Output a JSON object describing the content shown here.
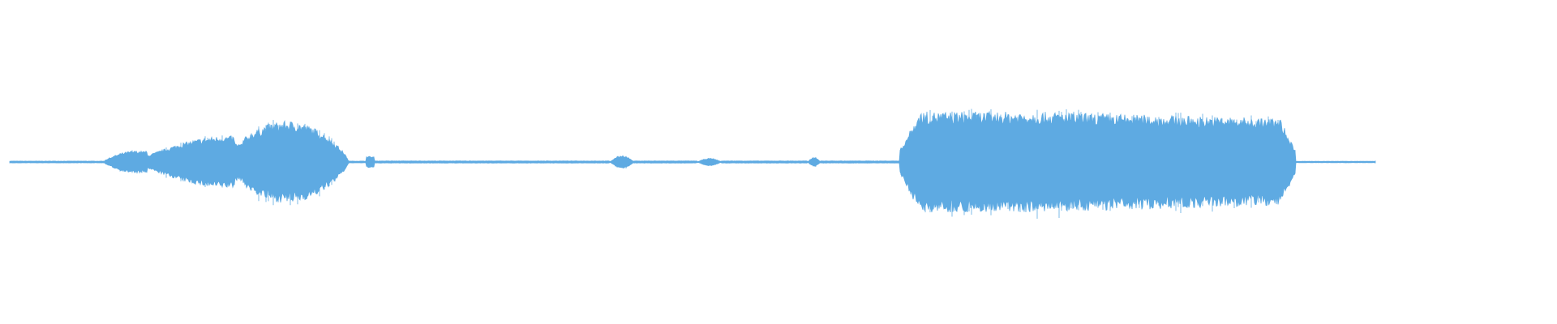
{
  "waveform": {
    "color": "#5eaae2",
    "background": "#ffffff",
    "segments": [
      {
        "name": "silence-lead-in",
        "amp": 0.005
      },
      {
        "name": "burst-1-onset",
        "amp": 0.06
      },
      {
        "name": "burst-1-rise",
        "amp": 0.14
      },
      {
        "name": "burst-1-dip",
        "amp": 0.1
      },
      {
        "name": "burst-1-peak",
        "amp": 0.22
      },
      {
        "name": "click",
        "amp": 0.03
      },
      {
        "name": "silence-mid",
        "amp": 0.006
      },
      {
        "name": "blip-1",
        "amp": 0.035
      },
      {
        "name": "blip-2",
        "amp": 0.02
      },
      {
        "name": "blip-3",
        "amp": 0.025
      },
      {
        "name": "burst-2-sustained",
        "amp": 0.27
      },
      {
        "name": "tail",
        "amp": 0.004
      }
    ]
  }
}
